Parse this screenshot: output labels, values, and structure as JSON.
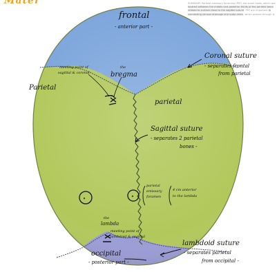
{
  "title_fragment": "Mater",
  "research_note": {
    "segments": [
      {
        "text": "SUMMARY: Parietal emissary foramina (PEF) are small holes, which are ",
        "highlight": false
      },
      {
        "text": "located between the middle and posterior thirds of the parietal bone",
        "highlight": true
      },
      {
        "text": " ",
        "highlight": false
      },
      {
        "text": "related to surface close to the sagittal suture",
        "highlight": true
      },
      {
        "text": ". PEF are important ",
        "highlight": false
      },
      {
        "text": "in connecting venous drainage and scalp veins",
        "highlight": true
      },
      {
        "text": ", which passes through it.",
        "highlight": false
      }
    ]
  },
  "labels": {
    "frontal": "frontal",
    "frontal_sub": "- anterior part -",
    "bregma_desc_1": "meeting point of",
    "bregma_desc_2": "sagittal & coronal",
    "bregma_the": "the",
    "bregma": "bregma",
    "parietal_left": "Parietal",
    "parietal_right": "parietal",
    "coronal_title": "Coronal suture",
    "coronal_desc_1": "- separates frontal",
    "coronal_desc_2": "from parietal",
    "sagittal_title": "Sagittal suture",
    "sagittal_desc_1": "- separates 2 parietal",
    "sagittal_desc_2": "bones -",
    "foramen_1": "parietal",
    "foramen_2": "emissary",
    "foramen_3": "foramen",
    "foramen_dist_1": "4 cm anterior",
    "foramen_dist_2": "to the lambda",
    "lambda_the": "the",
    "lambda": "lambda",
    "lambda_desc_1": "meeting point of",
    "lambda_desc_2": "lambdoid & sagittal",
    "occipital": "occipital",
    "occipital_sub": "- posterior part -",
    "lambdoid_title": "lambdoid suture",
    "lambdoid_desc_1": "- separates parietal",
    "lambdoid_desc_2": "from occipital -"
  },
  "colors": {
    "frontal_bone": "#7fa7dc",
    "parietal_bone": "#b2c85b",
    "occipital_bone": "#9a9cd6",
    "suture_line": "#3e4e2a",
    "ink": "#111111",
    "title_accent": "#f2a11b"
  }
}
